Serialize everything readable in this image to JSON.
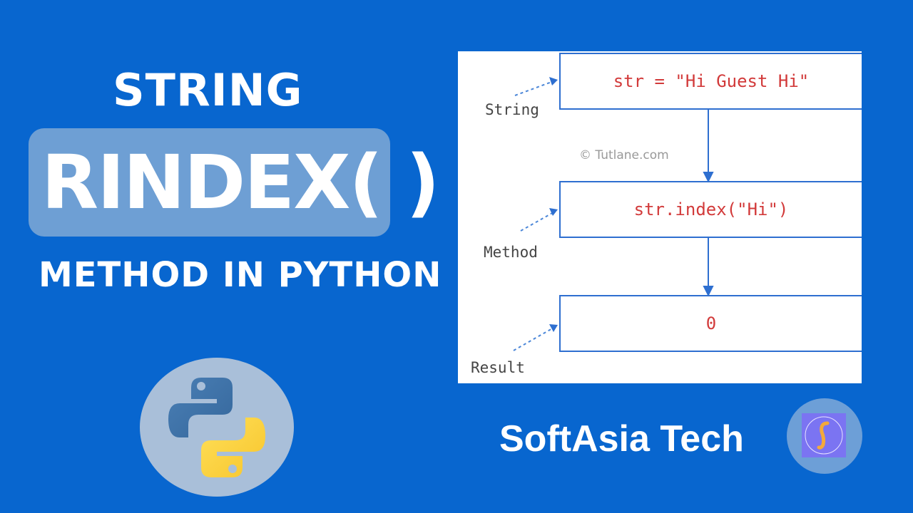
{
  "title": {
    "line1": "STRING",
    "line2": "RINDEX( )",
    "line3": "METHOD IN PYTHON"
  },
  "diagram": {
    "boxes": [
      {
        "label": "String",
        "code": "str = \"Hi Guest Hi\""
      },
      {
        "label": "Method",
        "code": "str.index(\"Hi\")"
      },
      {
        "label": "Result",
        "code": "0"
      }
    ],
    "watermark": "© Tutlane.com"
  },
  "brand": {
    "name": "SoftAsia Tech",
    "logo_letter": "S"
  },
  "icons": {
    "python_logo": "python-logo-icon",
    "brand_logo": "softasia-logo-icon"
  },
  "colors": {
    "background": "#0866cf",
    "pill": "#6e9fd4",
    "code_red": "#d23a3a",
    "arrow_blue": "#2e6fd0",
    "python_blue": "#3d6fa3",
    "python_yellow": "#ffd43b"
  }
}
